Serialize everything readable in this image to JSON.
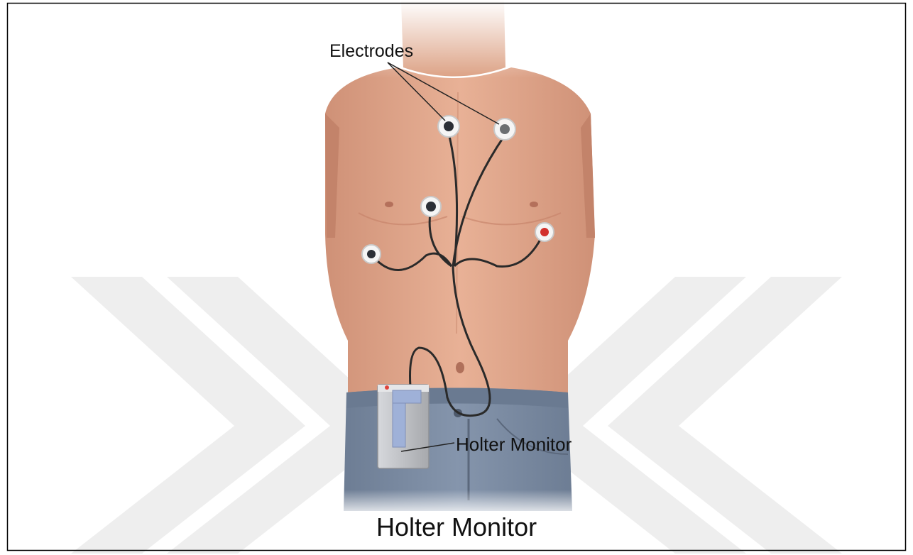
{
  "labels": {
    "electrodes": "Electrodes",
    "monitor_callout": "Holter Monitor",
    "caption": "Holter Monitor"
  },
  "icons": [
    "watermark-chevrons",
    "torso-illustration",
    "electrode-icon",
    "holter-device-icon"
  ],
  "colors": {
    "skin": "#e3a88c",
    "skin_shadow": "#c98a6f",
    "jeans": "#7f8fa6",
    "wire": "#2a2a2a",
    "electrode_dark": "#2b2f36",
    "electrode_red": "#d2302c",
    "device": "#b7b9bd",
    "device_clip": "#9fb1d8",
    "watermark": "#eeeeee",
    "border": "#000000"
  }
}
